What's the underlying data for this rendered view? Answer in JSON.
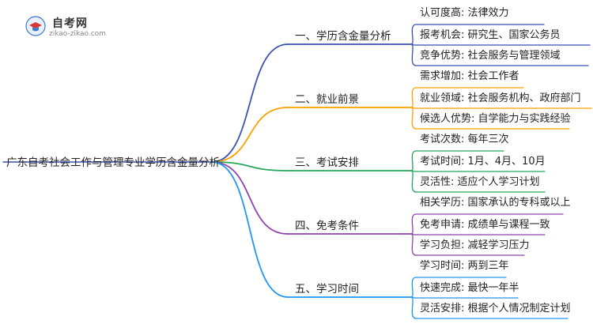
{
  "logo": {
    "title": "自考网",
    "url": "zikao-zikao.com",
    "icon": "graduation-cap-icon"
  },
  "root": "广东自考社会工作与管理专业学历含金量分析",
  "branches": [
    {
      "label": "一、学历含金量分析",
      "color": "#3f51b5",
      "leaves": [
        "认可度高: 法律效力",
        "报考机会: 研究生、国家公务员",
        "竞争优势: 社会服务与管理领域"
      ]
    },
    {
      "label": "二、就业前景",
      "color": "#ffa000",
      "leaves": [
        "需求增加: 社会工作者",
        "就业领域: 社会服务机构、政府部门",
        "候选人优势: 自学能力与实践经验"
      ]
    },
    {
      "label": "三、考试安排",
      "color": "#26a65b",
      "leaves": [
        "考试次数: 每年三次",
        "考试时间: 1月、4月、10月",
        "灵活性: 适应个人学习计划"
      ]
    },
    {
      "label": "四、免考条件",
      "color": "#8e44ad",
      "leaves": [
        "相关学历: 国家承认的专科或以上",
        "免考申请: 成绩单与课程一致",
        "学习负担: 减轻学习压力"
      ]
    },
    {
      "label": "五、学习时间",
      "color": "#2196f3",
      "leaves": [
        "学习时间: 两到三年",
        "快速完成: 最快一年半",
        "灵活安排: 根据个人情况制定计划"
      ]
    }
  ]
}
